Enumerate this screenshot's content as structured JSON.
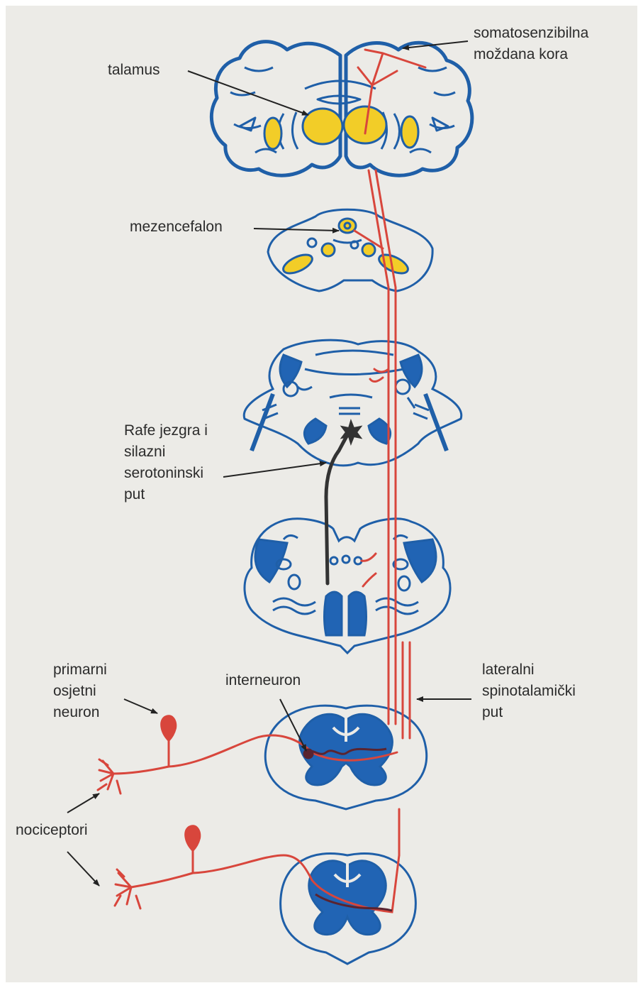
{
  "colors": {
    "paper": "#ecebe7",
    "outline": "#1f5fa8",
    "fill_blue": "#2164b4",
    "nucleus_yellow": "#f2cd28",
    "pain_pathway_red": "#d8463c",
    "serotonin_pathway": "#333333",
    "label_text": "#2b2b2b"
  },
  "labels": {
    "talamus": "talamus",
    "cortex": "somatosenzibilna\nmoždana kora",
    "mesencephalon": "mezencefalon",
    "raphe": "Rafe jezgra i\nsilazni\nserotoninski\nput",
    "primary_neuron": "primarni\nosjetni\nneuron",
    "interneuron": "interneuron",
    "spinothalamic": "lateralni\nspinotalamički\nput",
    "nociceptors": "nociceptori"
  },
  "icons": {
    "brain_section": "coronal-brain-section-icon",
    "spinal_section": "spinal-cord-section-icon",
    "neuron": "neuron-cell-body-icon"
  }
}
